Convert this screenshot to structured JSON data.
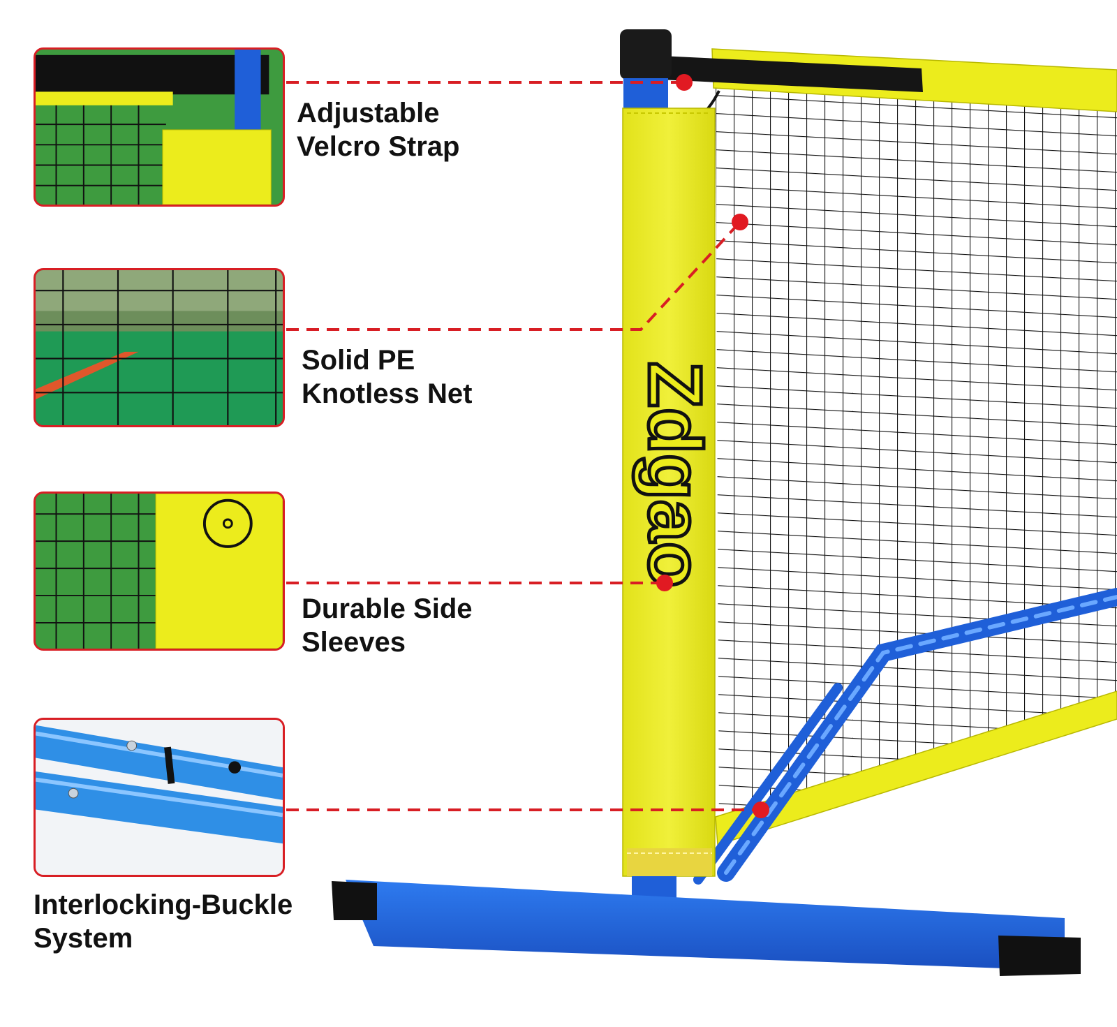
{
  "brand": {
    "logo_text": "Zdgao"
  },
  "features": [
    {
      "id": "velcro-strap",
      "lines": [
        "Adjustable",
        "Velcro Strap"
      ]
    },
    {
      "id": "knotless-net",
      "lines": [
        "Solid PE",
        "Knotless Net"
      ]
    },
    {
      "id": "side-sleeves",
      "lines": [
        "Durable Side",
        "Sleeves"
      ]
    },
    {
      "id": "buckle-system",
      "lines": [
        "Interlocking-Buckle",
        "System"
      ]
    }
  ],
  "colors": {
    "accent_red": "#d81e24",
    "net_yellow": "#ecec1c",
    "frame_blue": "#1f5fd8",
    "net_black": "#111111",
    "turf_green": "#2e8b3a"
  }
}
